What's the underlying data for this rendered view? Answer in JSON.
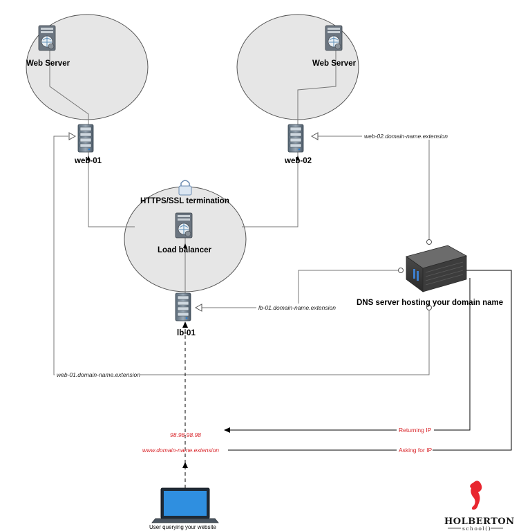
{
  "nodes": {
    "web_server_left": "Web Server",
    "web_server_right": "Web Server",
    "web01": "web-01",
    "web02": "web-02",
    "ssl": "HTTPS/SSL termination",
    "load_balancer": "Load balancer",
    "lb01": "lb-01",
    "dns": "DNS server hosting your domain name",
    "user": "User querying your website"
  },
  "edges": {
    "web02_dns": "web-02.domain-name.extension",
    "lb01_dns": "lb-01.domain-name.extension",
    "web01_dns": "web-01.domain-name.extension",
    "returning_ip": "Returning IP",
    "asking_ip": "Asking for IP"
  },
  "client": {
    "ip": "98.98.98.98",
    "domain": "www.domain-name.extension"
  },
  "logo": {
    "name": "HOLBERTON",
    "sub": "school()",
    "accent": "#e8262f"
  },
  "colors": {
    "circle_fill": "#e6e6e6",
    "line": "#777777",
    "request": "#000000",
    "highlight_text": "#d9262b"
  }
}
